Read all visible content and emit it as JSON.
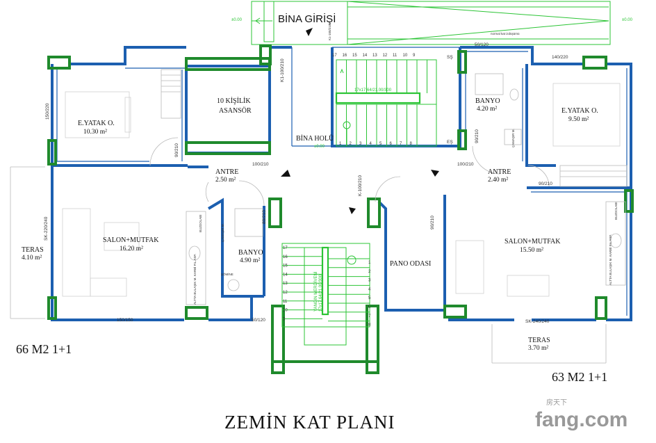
{
  "rooms": {
    "bedroom_left": {
      "name": "E.YATAK O.",
      "area": "10.30 m²"
    },
    "bedroom_right": {
      "name": "E.YATAK O.",
      "area": "9.50 m²"
    },
    "elevator": {
      "name_line1": "10 KİŞİLİK",
      "name_line2": "ASANSÖR"
    },
    "hall": {
      "name": "BİNA HOLÜ",
      "level": "±0.00"
    },
    "bath_top": {
      "name": "BANYO",
      "area": "4.20 m²"
    },
    "antre_left": {
      "name": "ANTRE",
      "area": "2.50 m²"
    },
    "antre_right": {
      "name": "ANTRE",
      "area": "2.40 m²"
    },
    "salon_left": {
      "name": "SALON+MUTFAK",
      "area": "16.20 m²"
    },
    "salon_right": {
      "name": "SALON+MUTFAK",
      "area": "15.50 m²"
    },
    "bath_left": {
      "name": "BANYO",
      "area": "4.90 m²"
    },
    "pano": {
      "name": "PANO ODASI"
    },
    "teras_left": {
      "name": "TERAS",
      "area": "4.10 m²"
    },
    "teras_right": {
      "name": "TERAS",
      "area": "3.70 m²"
    }
  },
  "entrance": {
    "label": "BİNA GİRİŞİ",
    "level_left": "±0.00",
    "level_right": "±0.00",
    "ramp_note": "normal kat izdüşümü"
  },
  "stairs": {
    "main_label": "17x17.64/21.00/300",
    "fire_label": "YANGIN MERDİVENİ",
    "fire_sub": "17x17.64/21.00/300",
    "landing_mark": "SŞ",
    "end_mark": "EŞ",
    "main_top_numbers": [
      "17",
      "16",
      "15",
      "14",
      "13",
      "12",
      "11",
      "10",
      "9"
    ],
    "main_bottom_numbers": [
      "1",
      "2",
      "3",
      "4",
      "5",
      "6",
      "7",
      "8"
    ],
    "fire_left_numbers": [
      "17",
      "16",
      "15",
      "14",
      "13",
      "12",
      "11",
      "10",
      "9"
    ],
    "fire_right_numbers": [
      "1",
      "2",
      "3",
      "4",
      "5",
      "6",
      "7",
      "8"
    ]
  },
  "dimensions": {
    "d_50_120_top": "50/120",
    "d_140_220": "140/220",
    "d_150_220": "150/220",
    "d_k1": "K1-100/210",
    "d_90_210_a": "90/210",
    "d_100_210_a": "100/210",
    "d_100_210_b": "100/210",
    "d_90_210_b": "90/210",
    "d_90_210_c": "90/210",
    "d_sk_220": "SK-220/240",
    "d_80_210": "80/210",
    "d_k_100": "K-100/210",
    "d_90_210_d": "90/210",
    "d_150_150": "150/150",
    "d_50_120_bottom": "50/120",
    "d_sk_240": "SK-240/240",
    "d_k_side": "K1-100/210"
  },
  "fixtures": {
    "washer": "ÇAMAŞIR M.",
    "fridge": "BUZDOLABI",
    "under_counter": "ALTTA BULAŞIK M. KARBİ FIL.ASP.",
    "washer_r": "ÇAMAŞIR M.",
    "fridge_r": "BUZDOLABI",
    "under_counter_r": "ALTTA BULAŞIK M. KARBİ FIL.ASP.",
    "shaft": "ŞÖMİNE"
  },
  "units": {
    "left": "66 M2 1+1",
    "right": "63 M2 1+1"
  },
  "title": "ZEMİN KAT PLANI",
  "watermark": {
    "brand": "fang.com",
    "chinese": "房天下"
  }
}
